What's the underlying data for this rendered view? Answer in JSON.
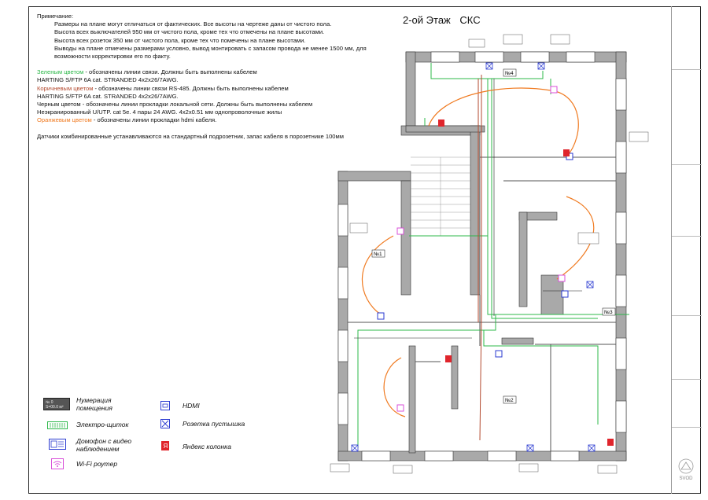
{
  "title": {
    "floor": "2-ой Этаж",
    "system": "СКС"
  },
  "notes": {
    "heading": "Примечание:",
    "lines": [
      "Размеры на плане могут отличаться от фактических. Все высоты на чертеже даны от чистого пола.",
      "Высота всех выключателей 950 мм от чистого пола, кроме тех что отмечены на плане высотами.",
      "Высота всех розеток 350 мм от чистого пола, кроме тех что помечены на плане высотами.",
      "Выводы на плане отмечены размерами условно, вывод монтировать с запасом провода не менее 1500 мм, для возможности корректировки его по факту."
    ],
    "green_label": "Зеленым цветом",
    "green_text": " - обозначены линии связи. Должны быть выполнены кабелем",
    "green_cable": "HARTING S/FTP 6A cat. STRANDED 4x2x26/7AWG.",
    "brown_label": "Коричневым цветом",
    "brown_text": " - обозначены линии  связи RS-485. Должны быть выполнены кабелем",
    "brown_cable": "HARTING S/FTP 6A cat. STRANDED 4x2x26/7AWG.",
    "black_line1": "Черным цветом - обозначены линии прокладки локальной сети. Должны быть выполнены кабелем",
    "black_line2": "Неэкранированный U/UTP. cat 5e. 4 пары 24 AWG. 4x2x0.51 мм однопроволочные жилы",
    "orange_label": "Оранжевым цветом",
    "orange_text": " - обозначены линии прокладки hdmi кабеля.",
    "sensors": "Датчики комбинированные устанавливаются на стандартный подрозетник, запас кабеля в порозетнике 100мм"
  },
  "legend": {
    "room_numbering": "Нумерация помещения",
    "room_tag_no": "№ 0",
    "room_tag_area": "S=00.0 м²",
    "panel": "Электро-щиток",
    "intercom": "Домофон с видео наблюдением",
    "wifi": "Wi-Fi роутер",
    "hdmi": "HDMI",
    "blank_socket": "Розетка пустышка",
    "yandex": "Яндекс колонка"
  },
  "rooms": [
    "№1",
    "№2",
    "№3",
    "№4"
  ],
  "logo": "SVOD",
  "colors": {
    "green": "#2db84a",
    "brown": "#b34a2f",
    "orange": "#f07a20",
    "wall": "#a9a9a9",
    "wifi": "#d94fd9",
    "blue": "#2b3bd1",
    "yandex": "#e0252c"
  }
}
